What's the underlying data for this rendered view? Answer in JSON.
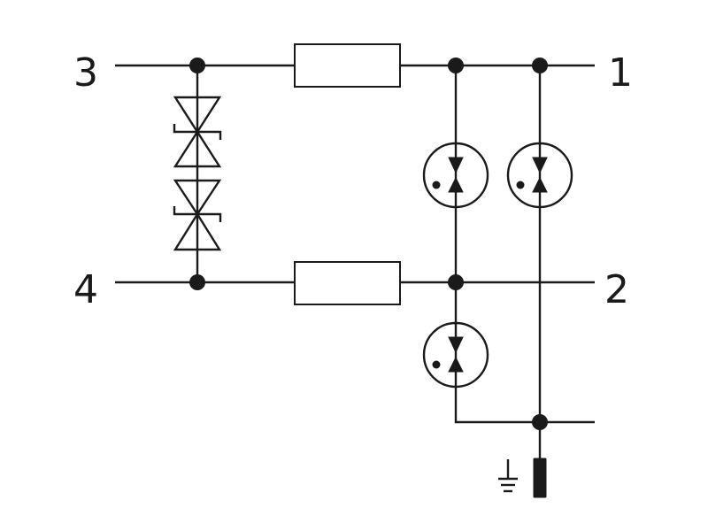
{
  "diagram": {
    "terminals": {
      "t1": "1",
      "t2": "2",
      "t3": "3",
      "t4": "4"
    },
    "components": {
      "resistors": 2,
      "tvs_diodes": 2,
      "gas_discharge_tubes": 3
    },
    "colors": {
      "line": "#1a1a1a",
      "background": "#ffffff"
    },
    "icons": [
      "ground-icon",
      "earth-terminal-icon"
    ]
  }
}
